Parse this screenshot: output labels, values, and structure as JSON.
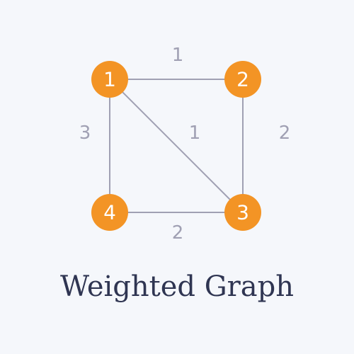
{
  "title": "Weighted Graph",
  "colors": {
    "background": "#f5f7fb",
    "node": "#f39425",
    "node_text": "#ffffff",
    "edge": "#a0a0b3",
    "weight_text": "#a0a0b3",
    "title": "#2f3552"
  },
  "graph": {
    "nodes": [
      {
        "id": "1",
        "label": "1"
      },
      {
        "id": "2",
        "label": "2"
      },
      {
        "id": "3",
        "label": "3"
      },
      {
        "id": "4",
        "label": "4"
      }
    ],
    "edges": [
      {
        "from": "1",
        "to": "2",
        "weight": "1"
      },
      {
        "from": "2",
        "to": "3",
        "weight": "2"
      },
      {
        "from": "1",
        "to": "4",
        "weight": "3"
      },
      {
        "from": "4",
        "to": "3",
        "weight": "2"
      },
      {
        "from": "1",
        "to": "3",
        "weight": "1"
      }
    ]
  }
}
